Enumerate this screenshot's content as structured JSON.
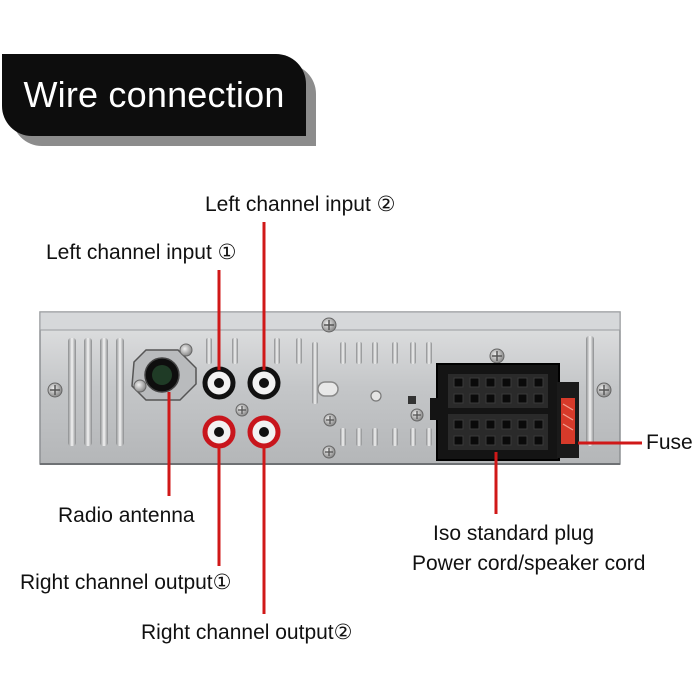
{
  "title": "Wire connection",
  "labels": {
    "left_input_2": "Left channel input ②",
    "left_input_1": "Left channel input ①",
    "radio_antenna": "Radio antenna",
    "right_output_1": "Right channel output①",
    "right_output_2": "Right channel output②",
    "fuse": "Fuse",
    "iso_plug": "Iso standard plug",
    "power_cord": "Power cord/speaker cord"
  },
  "colors": {
    "leader_line": "#d01818",
    "panel": "#c9cbcd",
    "connector": "#141414",
    "fuse": "#d63a2a"
  }
}
